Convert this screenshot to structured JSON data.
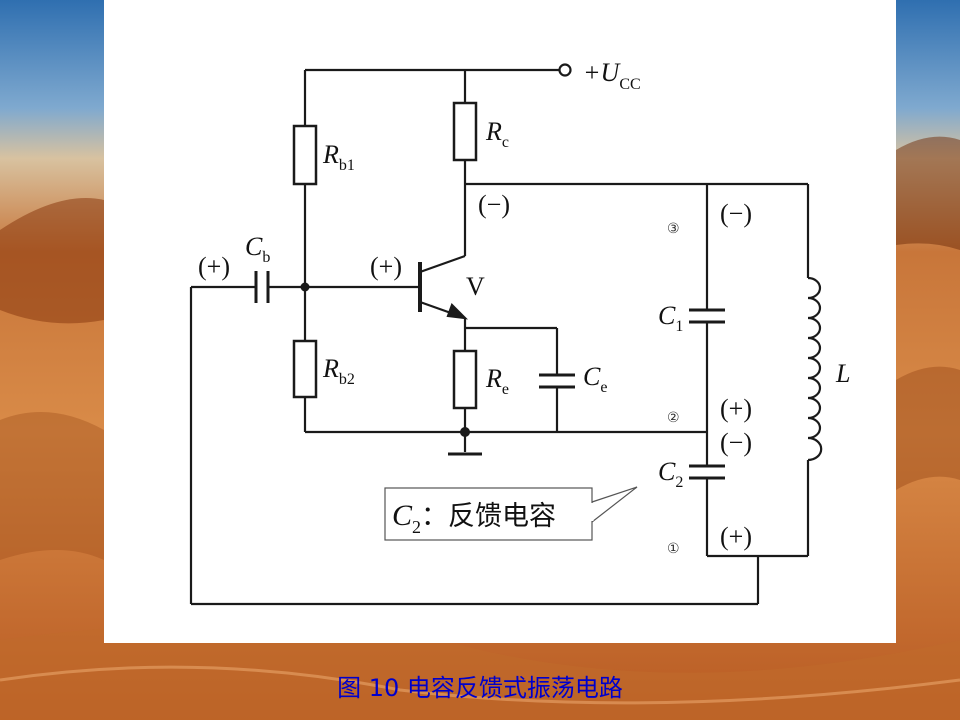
{
  "caption": "图 10  电容反馈式振荡电路",
  "labels": {
    "vcc_main": "+U",
    "vcc_sub": "CC",
    "rb1_main": "R",
    "rb1_sub": "b1",
    "rb2_main": "R",
    "rb2_sub": "b2",
    "rc_main": "R",
    "rc_sub": "c",
    "re_main": "R",
    "re_sub": "e",
    "cb_main": "C",
    "cb_sub": "b",
    "ce_main": "C",
    "ce_sub": "e",
    "c1_main": "C",
    "c1_sub": "1",
    "c2_main": "C",
    "c2_sub": "2",
    "l_main": "L",
    "transistor": "V",
    "pol_base_in": "(+)",
    "pol_base": "(+)",
    "pol_collector": "(−)",
    "pol_node3": "(−)",
    "pol_node2_top": "(+)",
    "pol_node2_bot": "(−)",
    "pol_node1": "(+)",
    "node3": "③",
    "node2": "②",
    "node1": "①"
  },
  "callout": {
    "main": "C",
    "sub": "2",
    "text": "：反馈电容"
  },
  "colors": {
    "caption": "#0000cc",
    "panel": "#ffffff",
    "sand_light": "#e8a060",
    "sand_dark": "#8a3a10"
  }
}
